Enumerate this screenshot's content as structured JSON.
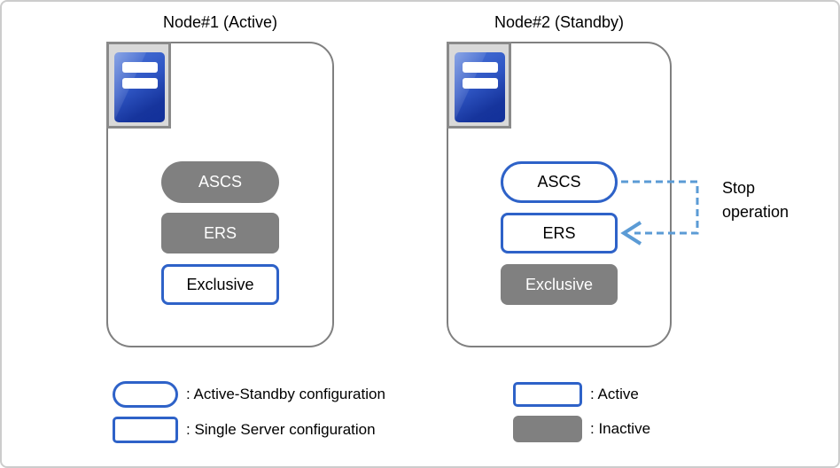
{
  "nodes": [
    {
      "title": "Node#1 (Active)",
      "components": [
        {
          "label": "ASCS",
          "shape": "pill",
          "state": "inactive"
        },
        {
          "label": "ERS",
          "shape": "rect",
          "state": "inactive"
        },
        {
          "label": "Exclusive",
          "shape": "rect",
          "state": "active"
        }
      ]
    },
    {
      "title": "Node#2 (Standby)",
      "components": [
        {
          "label": "ASCS",
          "shape": "pill",
          "state": "active"
        },
        {
          "label": "ERS",
          "shape": "rect",
          "state": "active"
        },
        {
          "label": "Exclusive",
          "shape": "rect",
          "state": "inactive"
        }
      ]
    }
  ],
  "annotation": {
    "line1": "Stop",
    "line2": "operation"
  },
  "legend": [
    {
      "shape": "pill",
      "style": "active",
      "label": ": Active-Standby configuration"
    },
    {
      "shape": "rect",
      "style": "active",
      "label": ": Single Server configuration"
    },
    {
      "shape": "rect-sm",
      "style": "active",
      "label": ": Active"
    },
    {
      "shape": "gray",
      "style": "inactive",
      "label": ": Inactive"
    }
  ],
  "colors": {
    "active_border": "#2e62c8",
    "inactive_fill": "#808080",
    "node_border": "#808080",
    "arrow": "#5b9bd5",
    "server_icon_blue": "#2f56c4"
  }
}
